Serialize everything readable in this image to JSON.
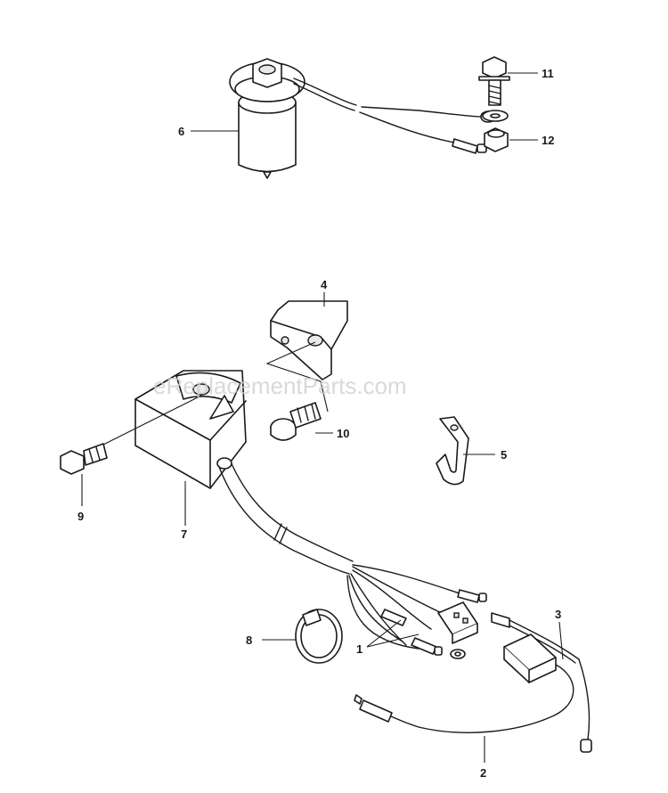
{
  "watermark": "eReplacementParts.com",
  "callouts": {
    "c1": "1",
    "c2": "2",
    "c3": "3",
    "c4": "4",
    "c5": "5",
    "c6": "6",
    "c7": "7",
    "c8": "8",
    "c9": "9",
    "c10": "10",
    "c11": "11",
    "c12": "12"
  }
}
